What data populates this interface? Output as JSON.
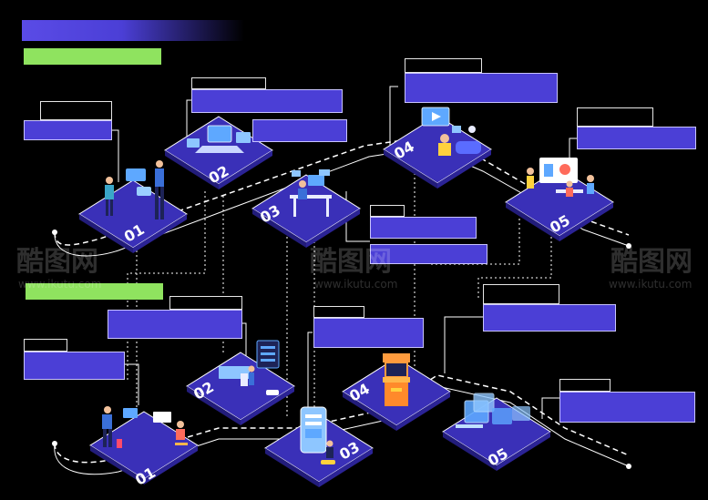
{
  "colors": {
    "background": "#000000",
    "accent_purple": "#4b3fd6",
    "tile_purple": "#3a30b8",
    "accent_green": "#8fe35f",
    "line_white": "#ffffff"
  },
  "top_flow": {
    "steps": [
      {
        "number": "01",
        "icon": "people-analytics-icon"
      },
      {
        "number": "02",
        "icon": "laptop-dashboard-icon"
      },
      {
        "number": "03",
        "icon": "desk-worker-icon"
      },
      {
        "number": "04",
        "icon": "video-call-icon"
      },
      {
        "number": "05",
        "icon": "team-presentation-icon"
      }
    ]
  },
  "bottom_flow": {
    "steps": [
      {
        "number": "01",
        "icon": "team-meeting-icon"
      },
      {
        "number": "02",
        "icon": "server-rack-icon"
      },
      {
        "number": "03",
        "icon": "mobile-app-icon"
      },
      {
        "number": "04",
        "icon": "arcade-machine-icon"
      },
      {
        "number": "05",
        "icon": "monitor-screens-icon"
      }
    ]
  },
  "watermarks": {
    "brand": "酷图网",
    "url": "www.ikutu.com"
  }
}
